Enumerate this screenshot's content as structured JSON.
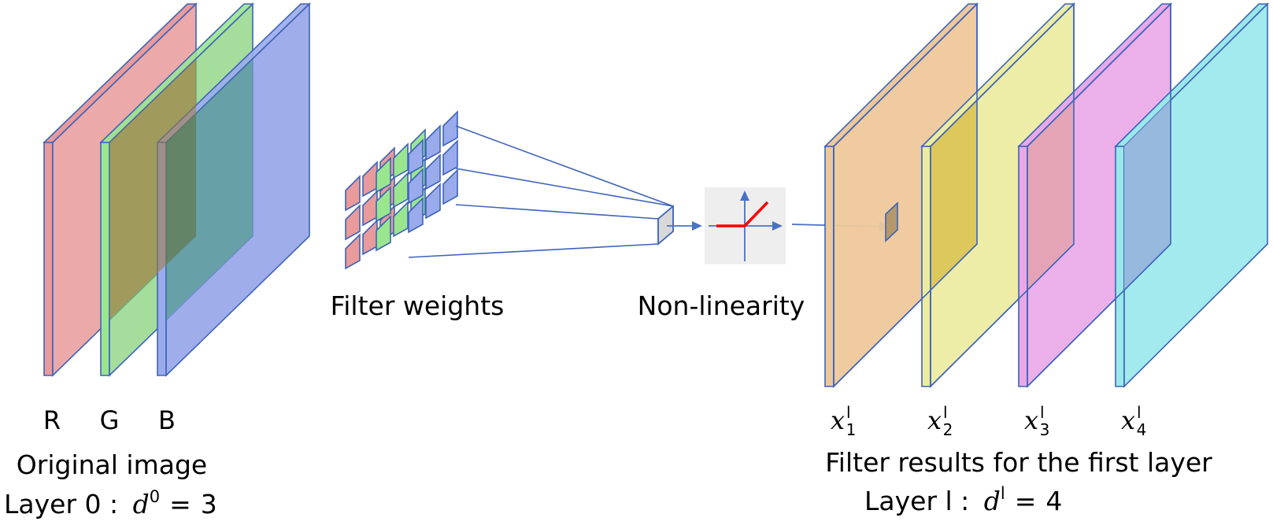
{
  "left_group": {
    "channels": [
      {
        "label": "R",
        "color": "#e99a9a"
      },
      {
        "label": "G",
        "color": "#99e68f"
      },
      {
        "label": "B",
        "color": "#9aabec"
      }
    ],
    "caption": "Original image",
    "layer_prefix": "Layer 0 :",
    "layer_var": "d",
    "layer_sup": "0",
    "layer_eq": "=",
    "layer_value": "3"
  },
  "filter": {
    "caption": "Filter weights"
  },
  "nonlinearity": {
    "caption": "Non-linearity"
  },
  "right_group": {
    "maps": [
      {
        "var": "x",
        "sup": "l",
        "sub": "1",
        "color": "#eec89a"
      },
      {
        "var": "x",
        "sup": "l",
        "sub": "2",
        "color": "#ececa0"
      },
      {
        "var": "x",
        "sup": "l",
        "sub": "3",
        "color": "#e9a8e8"
      },
      {
        "var": "x",
        "sup": "l",
        "sub": "4",
        "color": "#9ae8eb"
      }
    ],
    "caption": "Filter results for the first layer",
    "layer_prefix": "Layer l :",
    "layer_var": "d",
    "layer_sup": "l",
    "layer_eq": "=",
    "layer_value": "4"
  },
  "colors": {
    "edge": "#3e64b8",
    "relu_line": "#ff0000",
    "relu_box": "#eeeeee"
  }
}
